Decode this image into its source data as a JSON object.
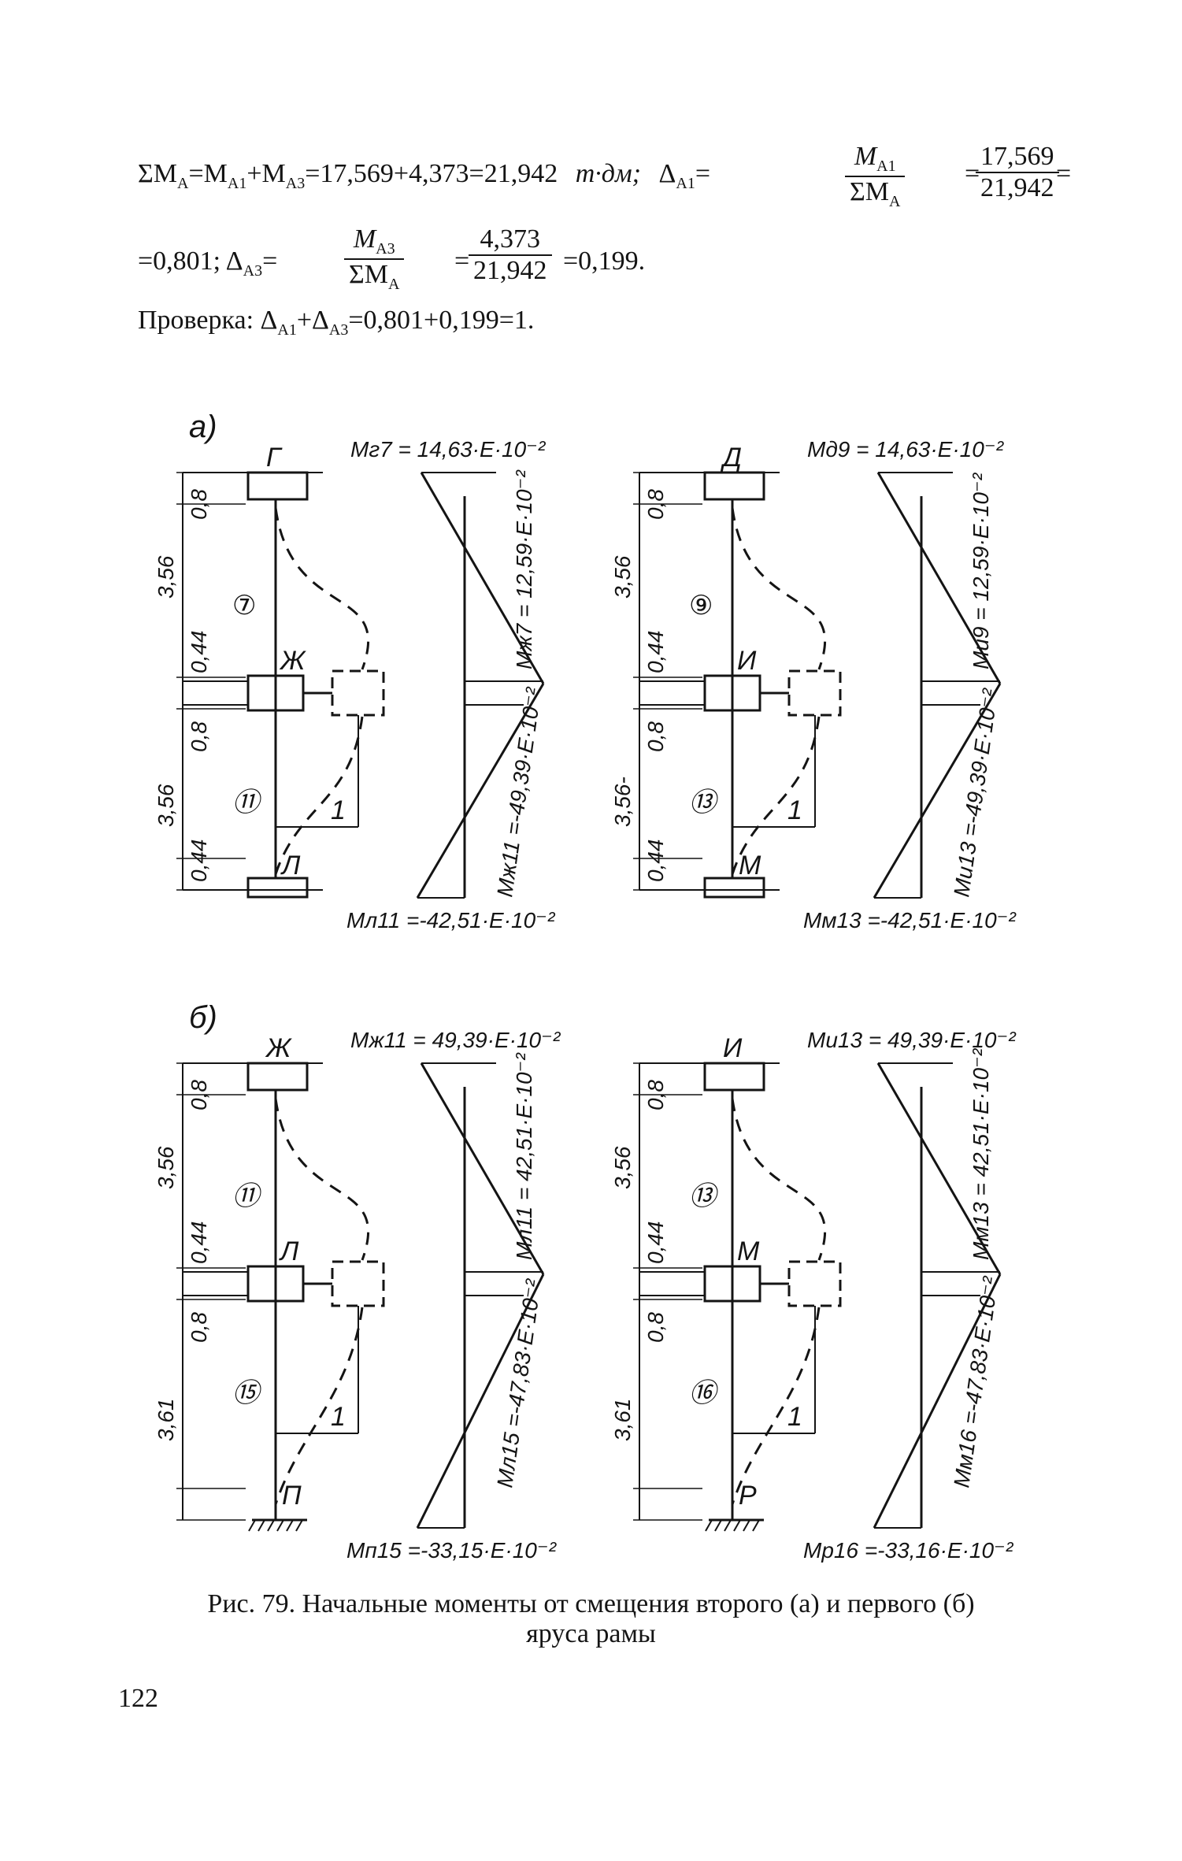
{
  "equations": {
    "line1": {
      "lhs": "ΣM",
      "lhs_sub": "A",
      "eq1": "=M",
      "sub_a1": "A1",
      "plus": "+M",
      "sub_a3": "A3",
      "values": "=17,569+4,373=21,942",
      "unit": "т·дм;",
      "delta": "Δ",
      "delta_sub": "A1",
      "eq2": "=",
      "frac1_num": "M",
      "frac1_num_sub": "A1",
      "frac1_den": "ΣM",
      "frac1_den_sub": "A",
      "eq3": "=",
      "frac2_num": "17,569",
      "frac2_den": "21,942",
      "eq4": "="
    },
    "line2": {
      "start": "=0,801;",
      "delta": "Δ",
      "delta_sub": "A3",
      "eq1": "=",
      "frac1_num": "M",
      "frac1_num_sub": "A3",
      "frac1_den": "ΣM",
      "frac1_den_sub": "A",
      "eq2": "=",
      "frac2_num": "4,373",
      "frac2_den": "21,942",
      "result": "=0,199."
    },
    "check": {
      "label": "Проверка:",
      "delta1": "Δ",
      "sub1": "A1",
      "plus": "+Δ",
      "sub2": "A3",
      "values": "=0,801+0,199=1."
    }
  },
  "figure": {
    "part_a": "а)",
    "part_b": "б)",
    "panels": [
      {
        "top_node": "Г",
        "mid_node": "Ж",
        "bot_node": "Л",
        "bar_upper": "⑦",
        "bar_lower": "⑪",
        "dims": [
          "0,8",
          "3,56",
          "0,44",
          "0,8",
          "3,56",
          "0,44"
        ],
        "unit_disp": "1",
        "m_top": "Mг7 = 14,63·E·10⁻²",
        "m_mid_upper": "Mж7 = 12,59·E·10⁻²",
        "m_mid_lower": "Mж11 =-49,39·E·10⁻²",
        "m_bot": "Mл11 =-42,51·E·10⁻²"
      },
      {
        "top_node": "Д",
        "mid_node": "И",
        "bot_node": "М",
        "bar_upper": "⑨",
        "bar_lower": "⑬",
        "dims": [
          "0,8",
          "3,56",
          "0,44",
          "0,8",
          "3,56-",
          "0,44"
        ],
        "unit_disp": "1",
        "m_top": "Mд9 = 14,63·E·10⁻²",
        "m_mid_upper": "Mи9 = 12,59·E·10⁻²",
        "m_mid_lower": "Mи13 =-49,39·E·10⁻²",
        "m_bot": "Mм13 =-42,51·E·10⁻²"
      },
      {
        "top_node": "Ж",
        "mid_node": "Л",
        "bot_node": "П",
        "bar_upper": "⑪",
        "bar_lower": "⑮",
        "dims": [
          "0,8",
          "3,56",
          "0,44",
          "0,8",
          "3,61"
        ],
        "unit_disp": "1",
        "m_top": "Mж11 = 49,39·E·10⁻²",
        "m_mid_upper": "Mл11 = 42,51·E·10⁻²",
        "m_mid_lower": "Mл15 =-47,83·E·10⁻²",
        "m_bot": "Mп15 =-33,15·E·10⁻²"
      },
      {
        "top_node": "И",
        "mid_node": "М",
        "bot_node": "Р",
        "bar_upper": "⑬",
        "bar_lower": "⑯",
        "dims": [
          "0,8",
          "3,56",
          "0,44",
          "0,8",
          "3,61"
        ],
        "unit_disp": "1",
        "m_top": "Mи13 = 49,39·E·10⁻²",
        "m_mid_upper": "Mм13 = 42,51·E·10⁻²",
        "m_mid_lower": "Mм16 =-47,83·E·10⁻²",
        "m_bot": "Mр16 =-33,16·E·10⁻²"
      }
    ]
  },
  "caption": {
    "line1": "Рис. 79. Начальные моменты от смещения второго (а) и первого (б)",
    "line2": "яруса рамы"
  },
  "page_number": "122"
}
